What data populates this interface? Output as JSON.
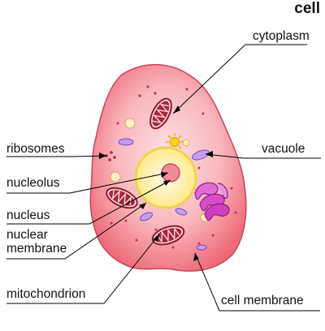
{
  "title": "cell",
  "labels": {
    "cytoplasm": "cytoplasm",
    "ribosomes": "ribosomes",
    "vacuole": "vacuole",
    "nucleolus": "nucleolus",
    "nucleus": "nucleus",
    "nuclear_membrane_line1": "nuclear",
    "nuclear_membrane_line2": "membrane",
    "mitochondrion": "mitochondrion",
    "cell_membrane": "cell membrane"
  },
  "colors": {
    "cytoplasm_outer": "#f0727f",
    "cytoplasm_inner": "#fbc6cc",
    "nucleus": "#fff3a6",
    "nucleolus": "#f38a94",
    "mitochondrion": "#a5283a",
    "golgi": "#d84cc8",
    "vacuole": "#c59cf0",
    "centrosome": "#f5c400"
  },
  "icons": [
    "cell-membrane",
    "nucleus",
    "nucleolus",
    "mitochondrion",
    "golgi-apparatus",
    "vacuole",
    "centrosome",
    "ribosome"
  ]
}
